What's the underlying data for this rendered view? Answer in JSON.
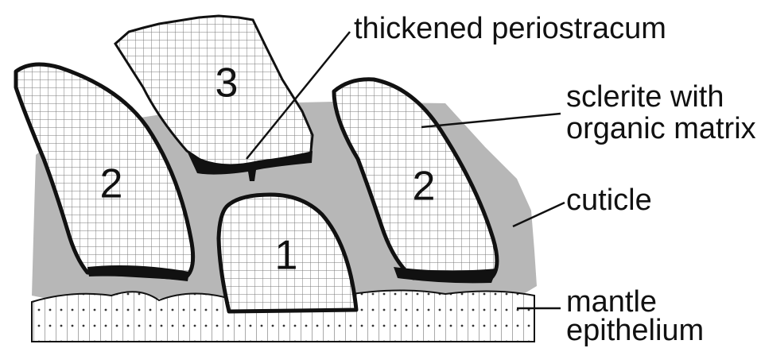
{
  "sclerite_numbers": {
    "left": "2",
    "top": "3",
    "center": "1",
    "right": "2"
  },
  "labels": {
    "thickened_periostracum": "thickened periostracum",
    "sclerite_line1": "sclerite with",
    "sclerite_line2": "organic matrix",
    "cuticle": "cuticle",
    "mantle_line1": "mantle",
    "mantle_line2": "epithelium"
  },
  "colors": {
    "cuticle_fill": "#b7b7b7",
    "outline": "#111111",
    "sclerite_fill": "#ffffff",
    "background": "#ffffff"
  }
}
